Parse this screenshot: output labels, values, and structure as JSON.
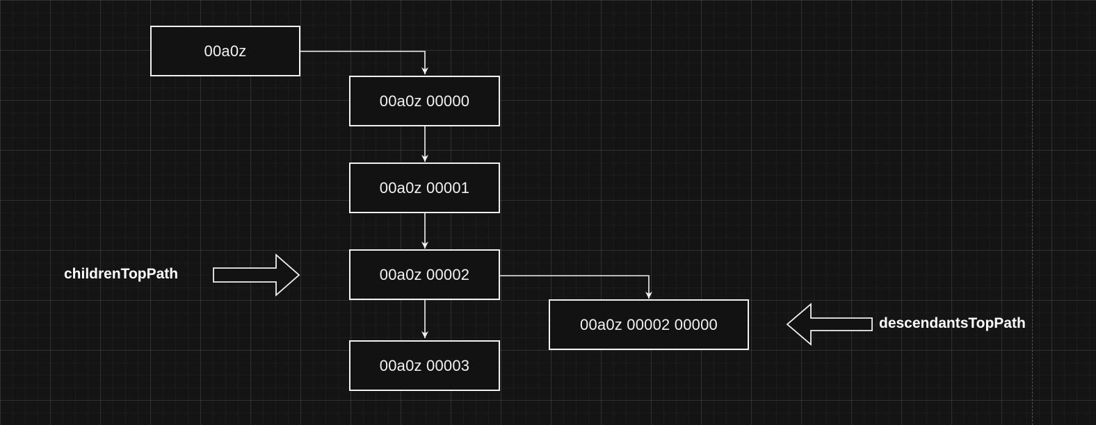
{
  "nodes": {
    "root": "00a0z",
    "child_0": "00a0z 00000",
    "child_1": "00a0z 00001",
    "child_2": "00a0z 00002",
    "child_3": "00a0z 00003",
    "grandchild_0": "00a0z 00002 00000"
  },
  "labels": {
    "children_top_path": "childrenTopPath",
    "descendants_top_path": "descendantsTopPath"
  },
  "colors": {
    "background": "#141414",
    "stroke": "#f2f2f2",
    "text": "#ffffff"
  }
}
